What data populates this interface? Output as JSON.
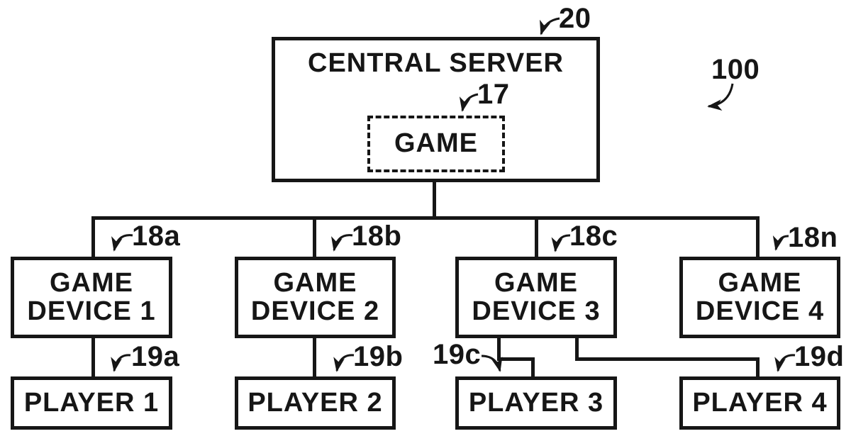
{
  "colors": {
    "ink": "#161616",
    "paper": "#ffffff"
  },
  "server": {
    "label": "CENTRAL SERVER"
  },
  "game_module": {
    "label": "GAME"
  },
  "devices": [
    {
      "line1": "GAME",
      "line2": "DEVICE 1"
    },
    {
      "line1": "GAME",
      "line2": "DEVICE 2"
    },
    {
      "line1": "GAME",
      "line2": "DEVICE 3"
    },
    {
      "line1": "GAME",
      "line2": "DEVICE 4"
    }
  ],
  "players": [
    {
      "label": "PLAYER 1"
    },
    {
      "label": "PLAYER 2"
    },
    {
      "label": "PLAYER 3"
    },
    {
      "label": "PLAYER 4"
    }
  ],
  "refs": {
    "system": "100",
    "server": "20",
    "game": "17",
    "d1": "18a",
    "d2": "18b",
    "d3": "18c",
    "d4": "18n",
    "p1": "19a",
    "p2": "19b",
    "p3": "19c",
    "p4": "19d"
  }
}
